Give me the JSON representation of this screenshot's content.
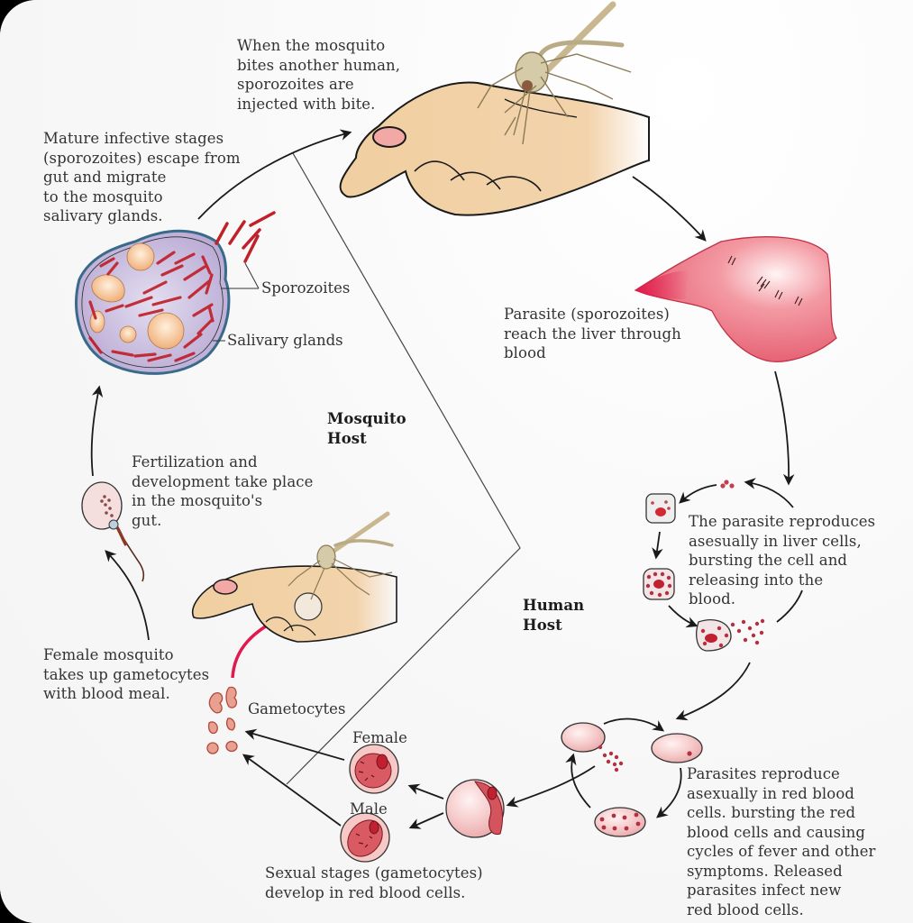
{
  "diagram": {
    "title": "Life cycle of malaria parasite (Plasmodium)",
    "regions": {
      "mosquito_host": "Mosquito\nHost",
      "human_host": "Human\nHost"
    },
    "steps": {
      "bite": "When the mosquito\nbites another human,\nsporozoites are\ninjected with bite.",
      "liver": "Parasite (sporozoites)\nreach the liver through\nblood",
      "liver_cells": "The parasite reproduces\nasesually in liver cells,\nbursting the cell and\nreleasing into the\nblood.",
      "rbc": "Parasites reproduce\nasexually in red blood\ncells. bursting the red\nblood cells and causing\ncycles of fever and other\nsymptoms. Released\nparasites infect new\nred blood cells.",
      "sexual_stages": "Sexual stages (gametocytes)\ndevelop in red blood cells.",
      "uptake": "Female mosquito\ntakes up gametocytes\nwith blood meal.",
      "fertilization": "Fertilization and\ndevelopment take place\nin the mosquito's\ngut.",
      "mature": "Mature infective stages\n(sporozoites) escape from\ngut and migrate\nto the mosquito\nsalivary glands."
    },
    "labels": {
      "sporozoites": "Sporozoites",
      "salivary_glands": "Salivary glands",
      "gametocytes": "Gametocytes",
      "female": "Female",
      "male": "Male"
    },
    "colors": {
      "parasite_red": "#c0202a",
      "liver": "#e8556a",
      "rbc": "#f3c3c3",
      "skin": "#f1d2a8",
      "gland_fill": "#c7b8dc",
      "arrow_pink": "#d81b4a"
    }
  }
}
